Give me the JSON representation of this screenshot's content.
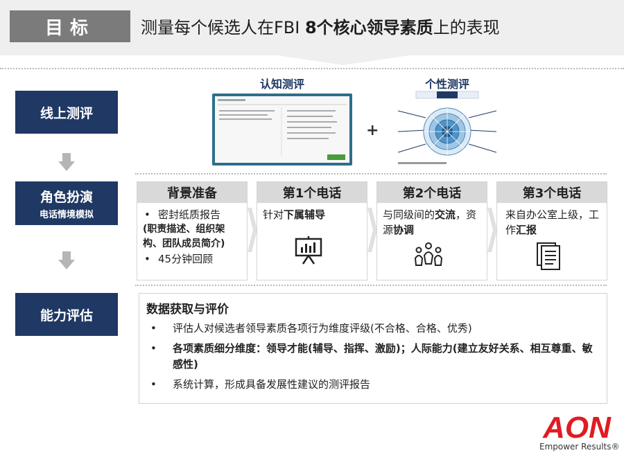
{
  "header": {
    "label": "目标",
    "title_pre": "测量每个候选人在FBI ",
    "title_bold": "8个核心领导素质",
    "title_post": "上的表现"
  },
  "nav": {
    "online": "线上测评",
    "roleplay": "角色扮演",
    "roleplay_sub": "电话情境模拟",
    "ability": "能力评估"
  },
  "online": {
    "cognitive_caption": "认知测评",
    "plus": "+",
    "personality_caption": "个性测评"
  },
  "cards": {
    "background": {
      "title": "背景准备",
      "bullet_char": "•",
      "b1": "密封纸质报告",
      "b1_detail": "(职责描述、组织架构、团队成员简介)",
      "b2": "45分钟回顾"
    },
    "call1": {
      "title": "第1个电话",
      "text_pre": "针对",
      "text_bold": "下属辅导"
    },
    "call2": {
      "title": "第2个电话",
      "text_pre": "与同级间的",
      "text_bold1": "交流",
      "text_mid": "，资源",
      "text_bold2": "协调"
    },
    "call3": {
      "title": "第3个电话",
      "text_pre": "来自办公室上级，工作",
      "text_bold": "汇报"
    }
  },
  "evaluation": {
    "title": "数据获取与评价",
    "bullet_char": "•",
    "item1": "评估人对候选者领导素质各项行为维度评级(不合格、合格、优秀)",
    "item2": "各项素质细分维度：领导才能(辅导、指挥、激励)；人际能力(建立友好关系、相互尊重、敏感性)",
    "item3": "系统计算，形成具备发展性建议的测评报告"
  },
  "logo": {
    "name": "AON",
    "tagline": "Empower Results®",
    "color": "#e11b22"
  },
  "colors": {
    "navy": "#1f3864",
    "header_gray": "#7b7b7b",
    "card_head": "#d9d9d9"
  },
  "icons": [
    "presentation-icon",
    "people-icon",
    "documents-icon",
    "down-arrow-icon",
    "chevron-right-icon"
  ]
}
